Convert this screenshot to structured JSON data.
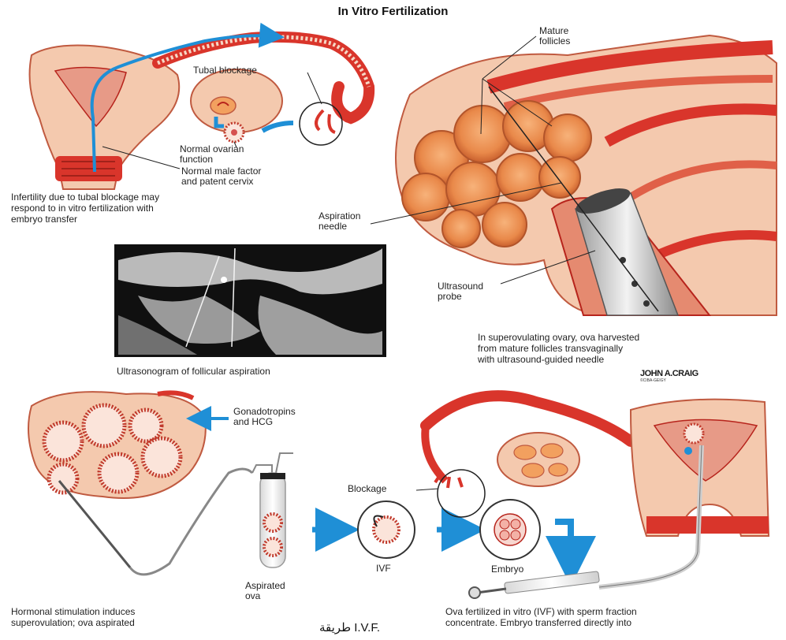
{
  "title": "In Vitro Fertilization",
  "labels": {
    "tubal_blockage": "Tubal blockage",
    "normal_ovarian_function": "Normal ovarian\nfunction",
    "normal_male_factor": "Normal male factor\nand patent cervix",
    "mature_follicles": "Mature\nfollicles",
    "aspiration_needle": "Aspiration\nneedle",
    "ultrasound_probe": "Ultrasound\nprobe",
    "gonadotropins": "Gonadotropins\nand HCG",
    "blockage": "Blockage",
    "aspirated_ova": "Aspirated\nova",
    "ivf": "IVF",
    "embryo": "Embryo"
  },
  "captions": {
    "tubal_infertility": "Infertility due to tubal blockage may\nrespond to in vitro fertilization with\nembryo transfer",
    "superovulating": "In superovulating ovary, ova harvested\nfrom mature follicles transvaginally\nwith ultrasound-guided needle",
    "ultrasonogram": "Ultrasonogram of follicular aspiration",
    "hormonal": "Hormonal stimulation induces\nsuperovulation; ova aspirated",
    "ova_fertilized": "Ova fertilized in vitro (IVF) with sperm fraction\nconcentrate. Embryo transferred directly into"
  },
  "signature": {
    "name": "JOHN A.CRAIG",
    "sub": "©CIBA-GEIGY"
  },
  "footer": "طريقة I.V.F.",
  "colors": {
    "tissue": "#f4c9ae",
    "muscle": "#d9352b",
    "deep_red": "#b7241c",
    "arrow_blue": "#1f8fd6",
    "follicle": "#e98c4a"
  }
}
